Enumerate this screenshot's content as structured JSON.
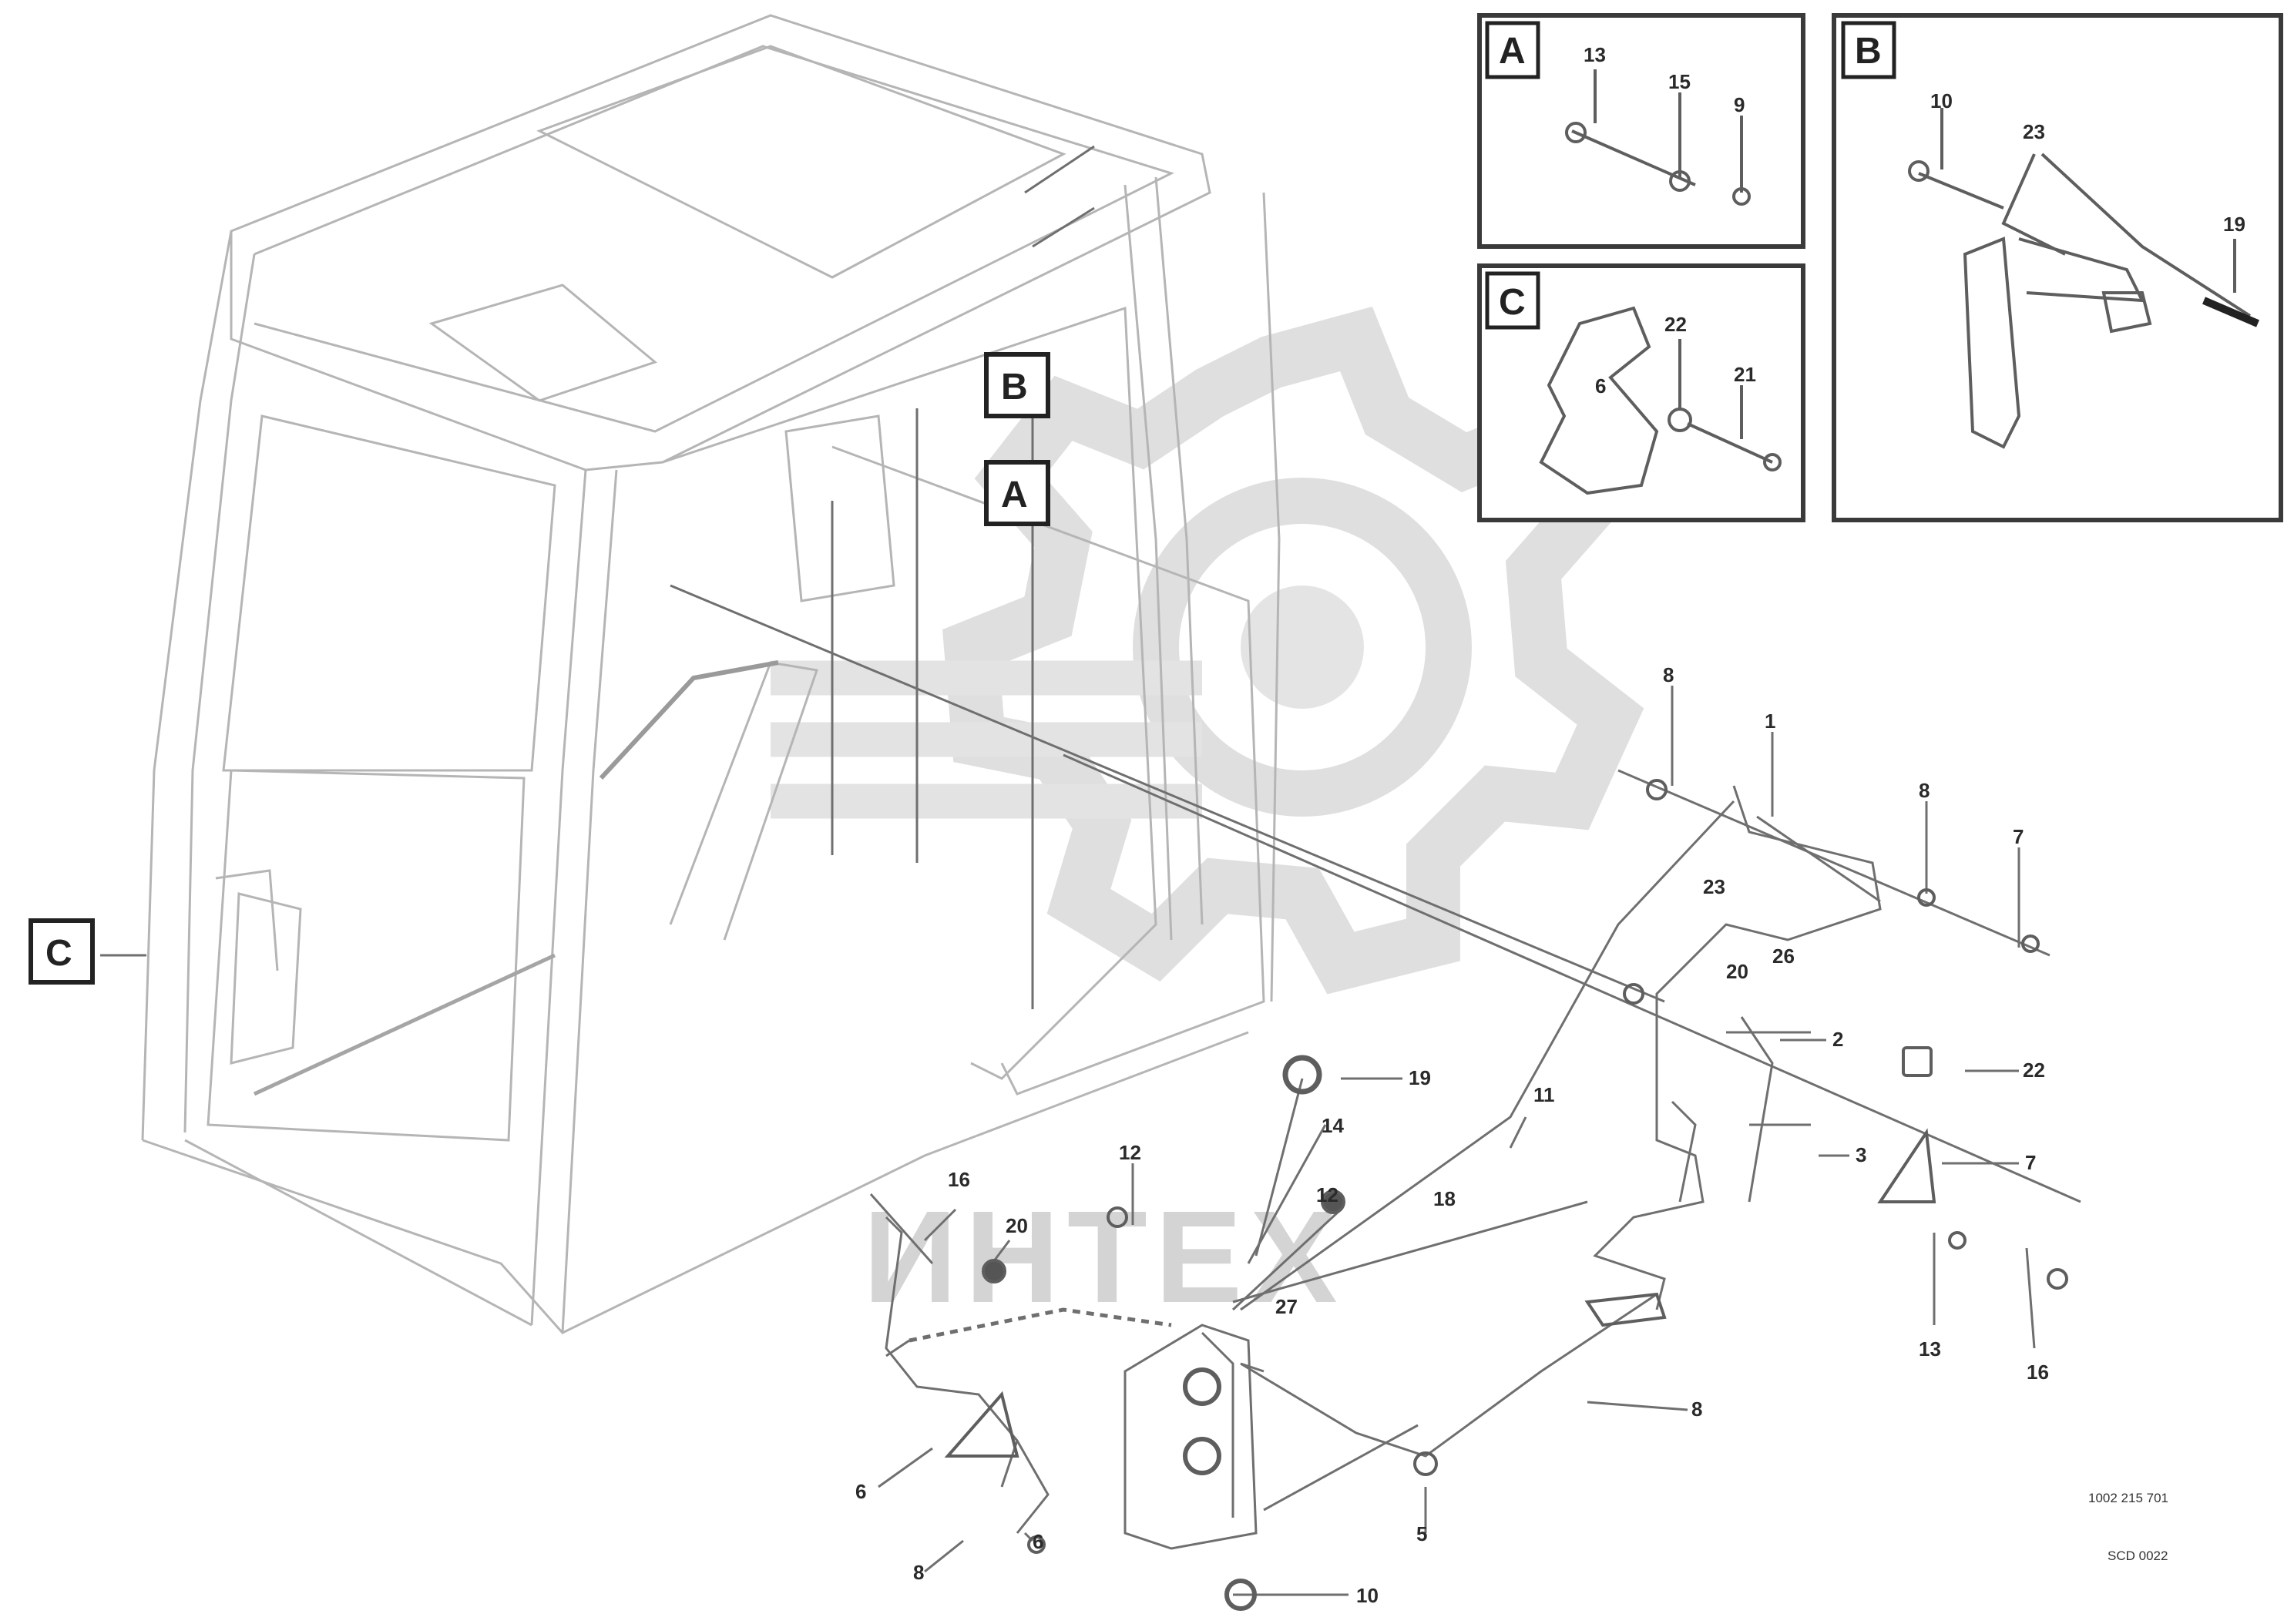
{
  "callout_boxes": {
    "A": "A",
    "B": "B",
    "C": "C"
  },
  "inset_titles": {
    "A": "A",
    "B": "B",
    "C": "C"
  },
  "inset_a_labels": [
    "13",
    "15",
    "9"
  ],
  "inset_b_labels": [
    "10",
    "23",
    "19"
  ],
  "inset_c_labels": [
    "22",
    "21",
    "6"
  ],
  "part_labels": [
    "8",
    "1",
    "8",
    "7",
    "2",
    "3",
    "22",
    "7",
    "13",
    "16",
    "19",
    "14",
    "12",
    "12",
    "16",
    "20",
    "27",
    "8",
    "5",
    "6",
    "8",
    "6",
    "10",
    "18",
    "26",
    "23",
    "20",
    "11"
  ],
  "drawing_reference": [
    "1002 215 701",
    "SCD 0022"
  ],
  "watermark_text": "ИНТЕХ",
  "colors": {
    "line": "#6f6f6f",
    "box_border": "#4a4a4a",
    "watermark": "#d4d4d4"
  }
}
